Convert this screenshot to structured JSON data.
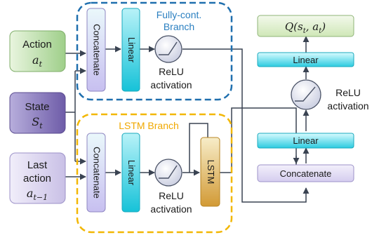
{
  "inputs": {
    "action": {
      "label": "Action",
      "symbol": "a",
      "sub": "t"
    },
    "state": {
      "label": "State",
      "symbol": "S",
      "sub": "t"
    },
    "last_action": {
      "label_line1": "Last",
      "label_line2": "action",
      "symbol": "a",
      "sub": "t−1"
    }
  },
  "branches": {
    "fully_connected": {
      "title_line1": "Fully-cont.",
      "title_line2": "Branch",
      "color": "#1f6fae"
    },
    "lstm": {
      "title": "LSTM Branch",
      "color": "#f2b705"
    }
  },
  "blocks": {
    "concatenate": "Concatenate",
    "linear": "Linear",
    "lstm": "LSTM",
    "relu_line1": "ReLU",
    "relu_line2": "activation"
  },
  "output": {
    "q": "Q",
    "args": "(s",
    "s_sub": "t",
    "sep": ", a",
    "a_sub": "t",
    "close": ")"
  },
  "colors": {
    "input_green": "#c5e3b5",
    "input_purple": "#8a79b8",
    "concat_fill": "#d8d2f0",
    "linear_fill": "#26c9dc",
    "lstm_fill": "#d9a441",
    "output_fill": "#d9ecc5"
  }
}
